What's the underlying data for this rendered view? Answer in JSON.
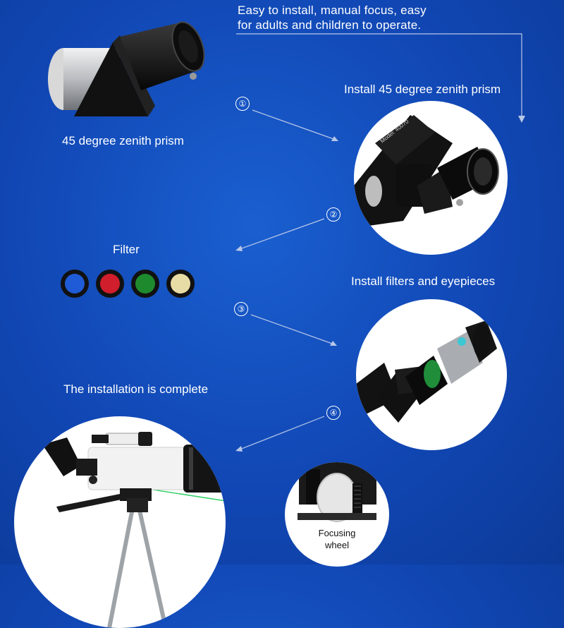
{
  "header": {
    "line1": "Easy to install, manual focus, easy",
    "line2": "for adults and children to operate."
  },
  "prism": {
    "label": "45 degree zenith prism"
  },
  "step1": {
    "number": "①",
    "label": "Install 45 degree zenith prism"
  },
  "filter": {
    "label": "Filter",
    "colors": [
      "#1f5bd6",
      "#d01e2c",
      "#1e8a2e",
      "#e8dca6"
    ]
  },
  "step2": {
    "number": "②"
  },
  "step3": {
    "number": "③",
    "label": "Install filters and eyepieces"
  },
  "step4": {
    "number": "④"
  },
  "complete": {
    "label": "The installation is complete"
  },
  "focus": {
    "label_line1": "Focusing",
    "label_line2": "wheel"
  },
  "colors": {
    "background": "#1147b4",
    "arrow": "#b8c7e8",
    "laser": "#36d36a"
  }
}
